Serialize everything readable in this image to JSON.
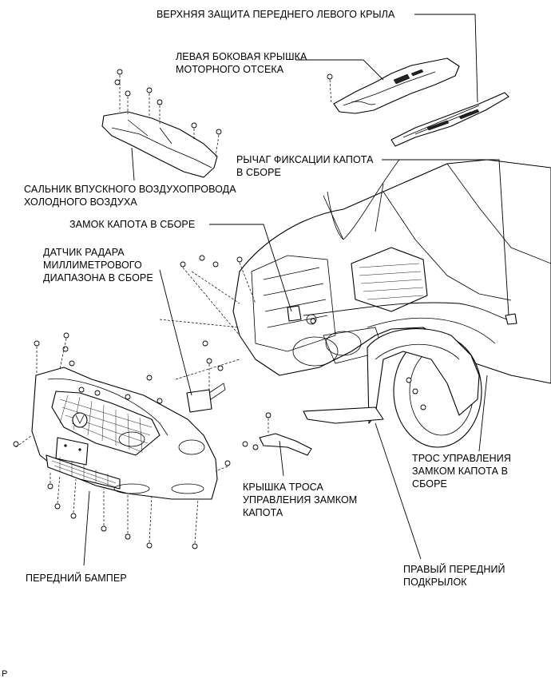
{
  "labels": {
    "upper_fender_cover": "ВЕРХНЯЯ ЗАЩИТА ПЕРЕДНЕГО ЛЕВОГО КРЫЛА",
    "engine_side_cover": [
      "ЛЕВАЯ БОКОВАЯ КРЫШКА",
      "МОТОРНОГО ОТСЕКА"
    ],
    "hood_lock_lever": [
      "РЫЧАГ ФИКСАЦИИ КАПОТА",
      "В СБОРЕ"
    ],
    "cool_air_intake_seal": [
      "САЛЬНИК ВПУСКНОГО ВОЗДУХОПРОВОДА",
      "ХОЛОДНОГО ВОЗДУХА"
    ],
    "hood_lock": "ЗАМОК КАПОТА В СБОРЕ",
    "radar_sensor": [
      "ДАТЧИК РАДАРА",
      "МИЛЛИМЕТРОВОГО",
      "ДИАПАЗОНА В СБОРЕ"
    ],
    "hood_lock_cable": [
      "ТРОС УПРАВЛЕНИЯ",
      "ЗАМКОМ КАПОТА В",
      "СБОРЕ"
    ],
    "cable_cover": [
      "КРЫШКА ТРОСА",
      "УПРАВЛЕНИЯ ЗАМКОМ",
      "КАПОТА"
    ],
    "front_bumper": "ПЕРЕДНИЙ БАМПЕР",
    "front_fender_liner": [
      "ПРАВЫЙ ПЕРЕДНИЙ",
      "ПОДКРЫЛОК"
    ]
  },
  "corner_mark": "P",
  "icons": {
    "bolt": "bolt-icon",
    "clip": "clip-icon"
  }
}
